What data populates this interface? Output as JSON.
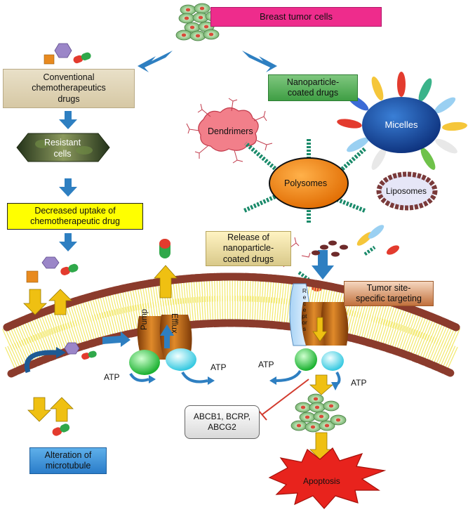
{
  "labels": {
    "breast_tumor": "Breast tumor cells",
    "conventional": "Conventional\nchemotherapeutics\ndrugs",
    "nanoparticle_coated": "Nanoparticle-\ncoated drugs",
    "resistant": "Resistant\ncells",
    "decreased_uptake": "Decreased uptake of\nchemotherapeutic drug",
    "dendrimers": "Dendrimers",
    "micelles": "Micelles",
    "polysomes": "Polysomes",
    "liposomes": "Liposomes",
    "release": "Release of\nnanoparticle-\ncoated drugs",
    "tumor_targeting": "Tumor site-\nspecific targeting",
    "pump": "Pump",
    "efflux": "Efflux",
    "receptors": "Receptors",
    "atp": "ATP",
    "transporters": "ABCB1, BCRP,\nABCG2",
    "alteration": "Alteration of\nmicrotubule",
    "apoptosis": "Apoptosis"
  },
  "colors": {
    "membrane": "#8b3b2c",
    "membrane_tail": "#f2e86b",
    "arrow_blue": "#2e7fc1",
    "arrow_yellow": "#efc012",
    "pump": "#c96f1c",
    "apoptosis": "#e8231d"
  }
}
